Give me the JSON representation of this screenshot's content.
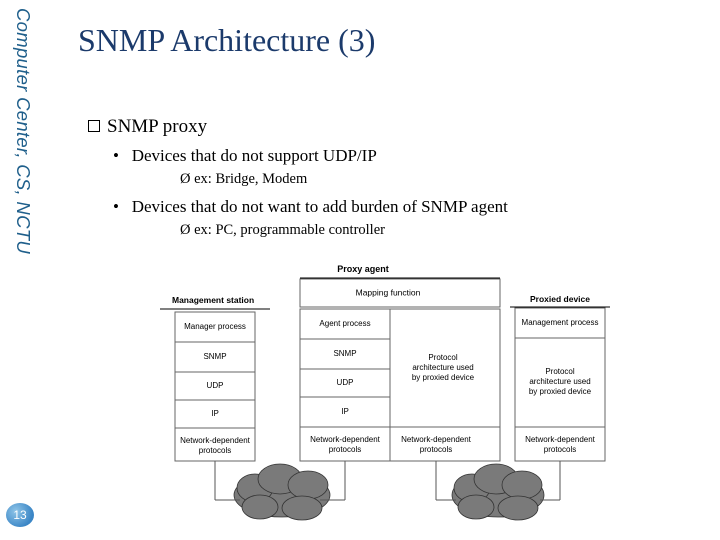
{
  "sidebar": {
    "text": "Computer Center, CS, NCTU",
    "page_number": "13"
  },
  "slide": {
    "title": "SNMP Architecture (3)",
    "bullet": "SNMP proxy",
    "sub1": "Devices that do not support UDP/IP",
    "sub1_example": "ex: Bridge, Modem",
    "sub2": "Devices that do not want to add burden of SNMP agent",
    "sub2_example": "ex: PC, programmable controller"
  },
  "diagram": {
    "proxy_label": "Proxy agent",
    "management_label": "Management station",
    "proxied_label": "Proxied device",
    "mgmt": {
      "manager": "Manager process",
      "snmp": "SNMP",
      "udp": "UDP",
      "ip": "IP",
      "net1": "Network-dependent",
      "net2": "protocols"
    },
    "proxy": {
      "mapping": "Mapping function",
      "agent": "Agent process",
      "snmp": "SNMP",
      "udp": "UDP",
      "ip": "IP",
      "net1": "Network-dependent",
      "net2": "protocols",
      "proto1": "Protocol",
      "proto2": "architecture used",
      "proto3": "by proxied device",
      "net3": "Network-dependent",
      "net4": "protocols"
    },
    "device": {
      "mgmt": "Management process",
      "proto1": "Protocol",
      "proto2": "architecture used",
      "proto3": "by proxied device",
      "net1": "Network-dependent",
      "net2": "protocols"
    }
  }
}
